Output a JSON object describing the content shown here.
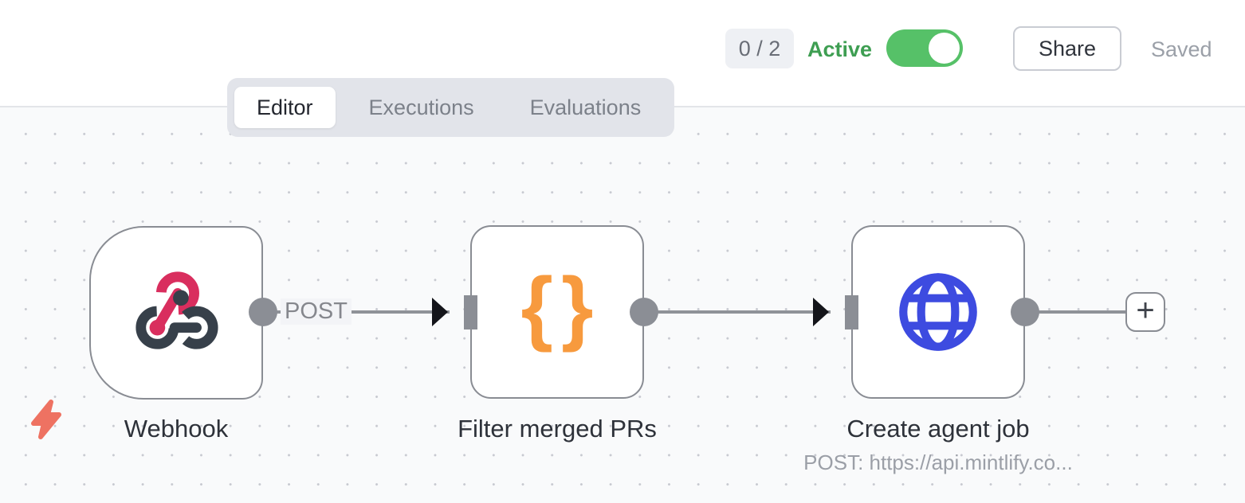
{
  "header": {
    "issues_badge": "0 / 2",
    "active_label": "Active",
    "active_on": true,
    "share_label": "Share",
    "saved_label": "Saved"
  },
  "tabs": [
    {
      "label": "Editor",
      "active": true
    },
    {
      "label": "Executions",
      "active": false
    },
    {
      "label": "Evaluations",
      "active": false
    }
  ],
  "workflow": {
    "nodes": [
      {
        "name": "Webhook",
        "type": "webhook-trigger",
        "icon": "webhook-icon",
        "output_label": "POST"
      },
      {
        "name": "Filter merged PRs",
        "type": "code",
        "icon": "code-braces-icon",
        "icon_glyph_open": "{",
        "icon_glyph_close": "}"
      },
      {
        "name": "Create agent job",
        "type": "http-request",
        "icon": "globe-icon",
        "subtitle": "POST: https://api.mintlify.co..."
      }
    ],
    "add_button_label": "+"
  },
  "colors": {
    "active_green": "#3e9e52",
    "toggle_green": "#56c168",
    "webhook_crimson": "#d92e5e",
    "webhook_slate": "#37404a",
    "code_orange": "#f79a3e",
    "http_blue": "#3d4be0",
    "bolt_coral": "#ee7262",
    "connector_gray": "#8f9298",
    "canvas_bg": "#f9fafb"
  }
}
